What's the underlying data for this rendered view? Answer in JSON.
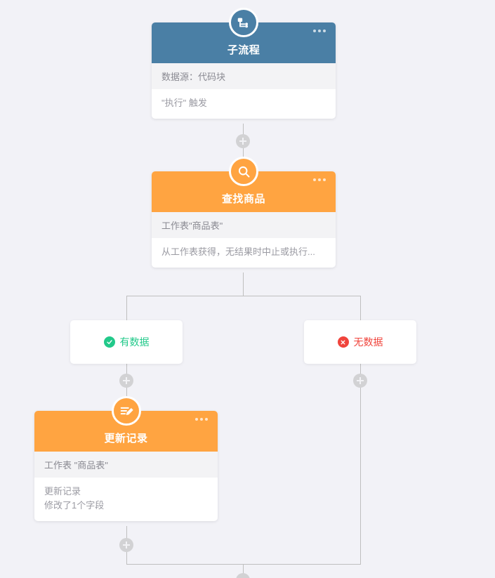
{
  "canvas": {
    "background_color": "#f2f2f7",
    "line_color": "#bfbfbf",
    "connector_button_color": "#d2d2d4"
  },
  "nodes": [
    {
      "id": "subflow",
      "icon": "sitemap-icon",
      "title": "子流程",
      "accent_color": "#4a7fa5",
      "band": "数据源：代码块",
      "desc_lines": [
        "\"执行\" 触发"
      ],
      "menu": "···"
    },
    {
      "id": "find-product",
      "icon": "search-icon",
      "title": "查找商品",
      "accent_color": "#ffa441",
      "band": "工作表\"商品表\"",
      "desc_lines": [
        "从工作表获得，无结果时中止或执行..."
      ],
      "menu": "···"
    },
    {
      "id": "update-record",
      "icon": "edit-icon",
      "title": "更新记录",
      "accent_color": "#ffa441",
      "band": "工作表 \"商品表\"",
      "desc_lines": [
        "更新记录",
        "修改了1个字段"
      ],
      "menu": "···"
    }
  ],
  "branches": [
    {
      "id": "has-data",
      "label": "有数据",
      "icon": "check-circle-icon",
      "color": "#22c98a"
    },
    {
      "id": "no-data",
      "label": "无数据",
      "icon": "x-circle-icon",
      "color": "#f0443c"
    }
  ],
  "connectors": [
    {
      "id": "add-after-subflow",
      "icon": "plus-icon"
    },
    {
      "id": "add-has-data-branch",
      "icon": "plus-icon"
    },
    {
      "id": "add-no-data-branch",
      "icon": "plus-icon"
    },
    {
      "id": "add-after-update-record",
      "icon": "plus-icon"
    }
  ]
}
